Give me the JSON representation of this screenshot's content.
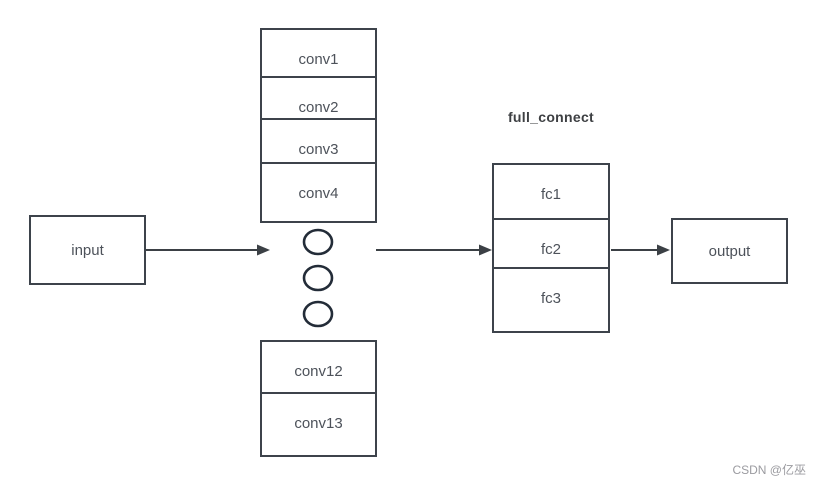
{
  "diagram": {
    "input_label": "input",
    "output_label": "output",
    "conv_top": [
      "conv1",
      "conv2",
      "conv3",
      "conv4"
    ],
    "conv_bottom": [
      "conv12",
      "conv13"
    ],
    "fc": [
      "fc1",
      "fc2",
      "fc3"
    ],
    "fc_group_label": "full_connect",
    "ellipsis_circle_count": 3
  },
  "colors": {
    "node_border": "#3d434b",
    "node_fill": "#ffffff",
    "node_text": "#4d525a",
    "group_label_text": "#3e4043",
    "arrow": "#3b4045",
    "ellipsis_stroke": "#232c38",
    "watermark_text": "#9b9ba0",
    "background": "#ffffff"
  },
  "watermark": "CSDN @亿巫"
}
